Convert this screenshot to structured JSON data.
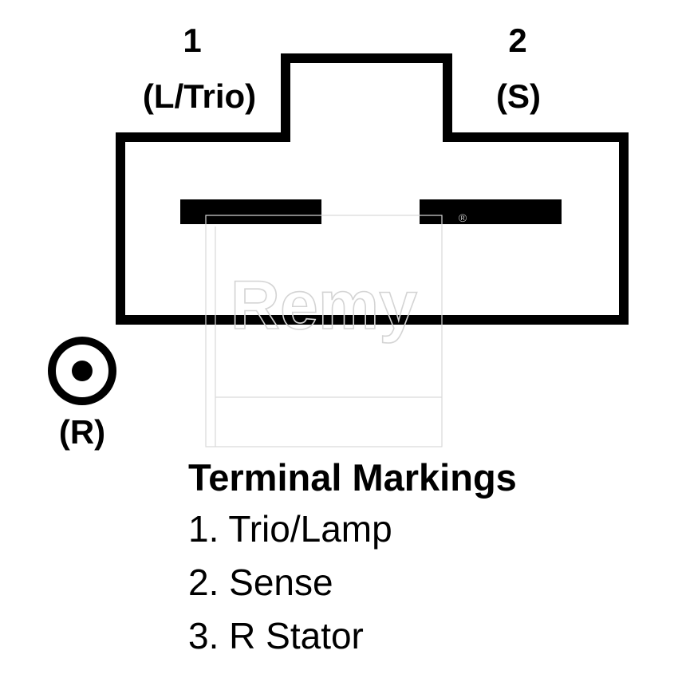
{
  "terminals": [
    {
      "number": "1",
      "label": "(L/Trio)"
    },
    {
      "number": "2",
      "label": "(S)"
    },
    {
      "number": "",
      "label": "(R)"
    }
  ],
  "legend": {
    "title": "Terminal Markings",
    "items": [
      "1. Trio/Lamp",
      "2. Sense",
      "3. R Stator"
    ]
  },
  "watermark": {
    "text": "Remy",
    "mark": "®"
  },
  "colors": {
    "ink": "#000000",
    "background": "#ffffff",
    "watermark": "#d4d4d4"
  }
}
